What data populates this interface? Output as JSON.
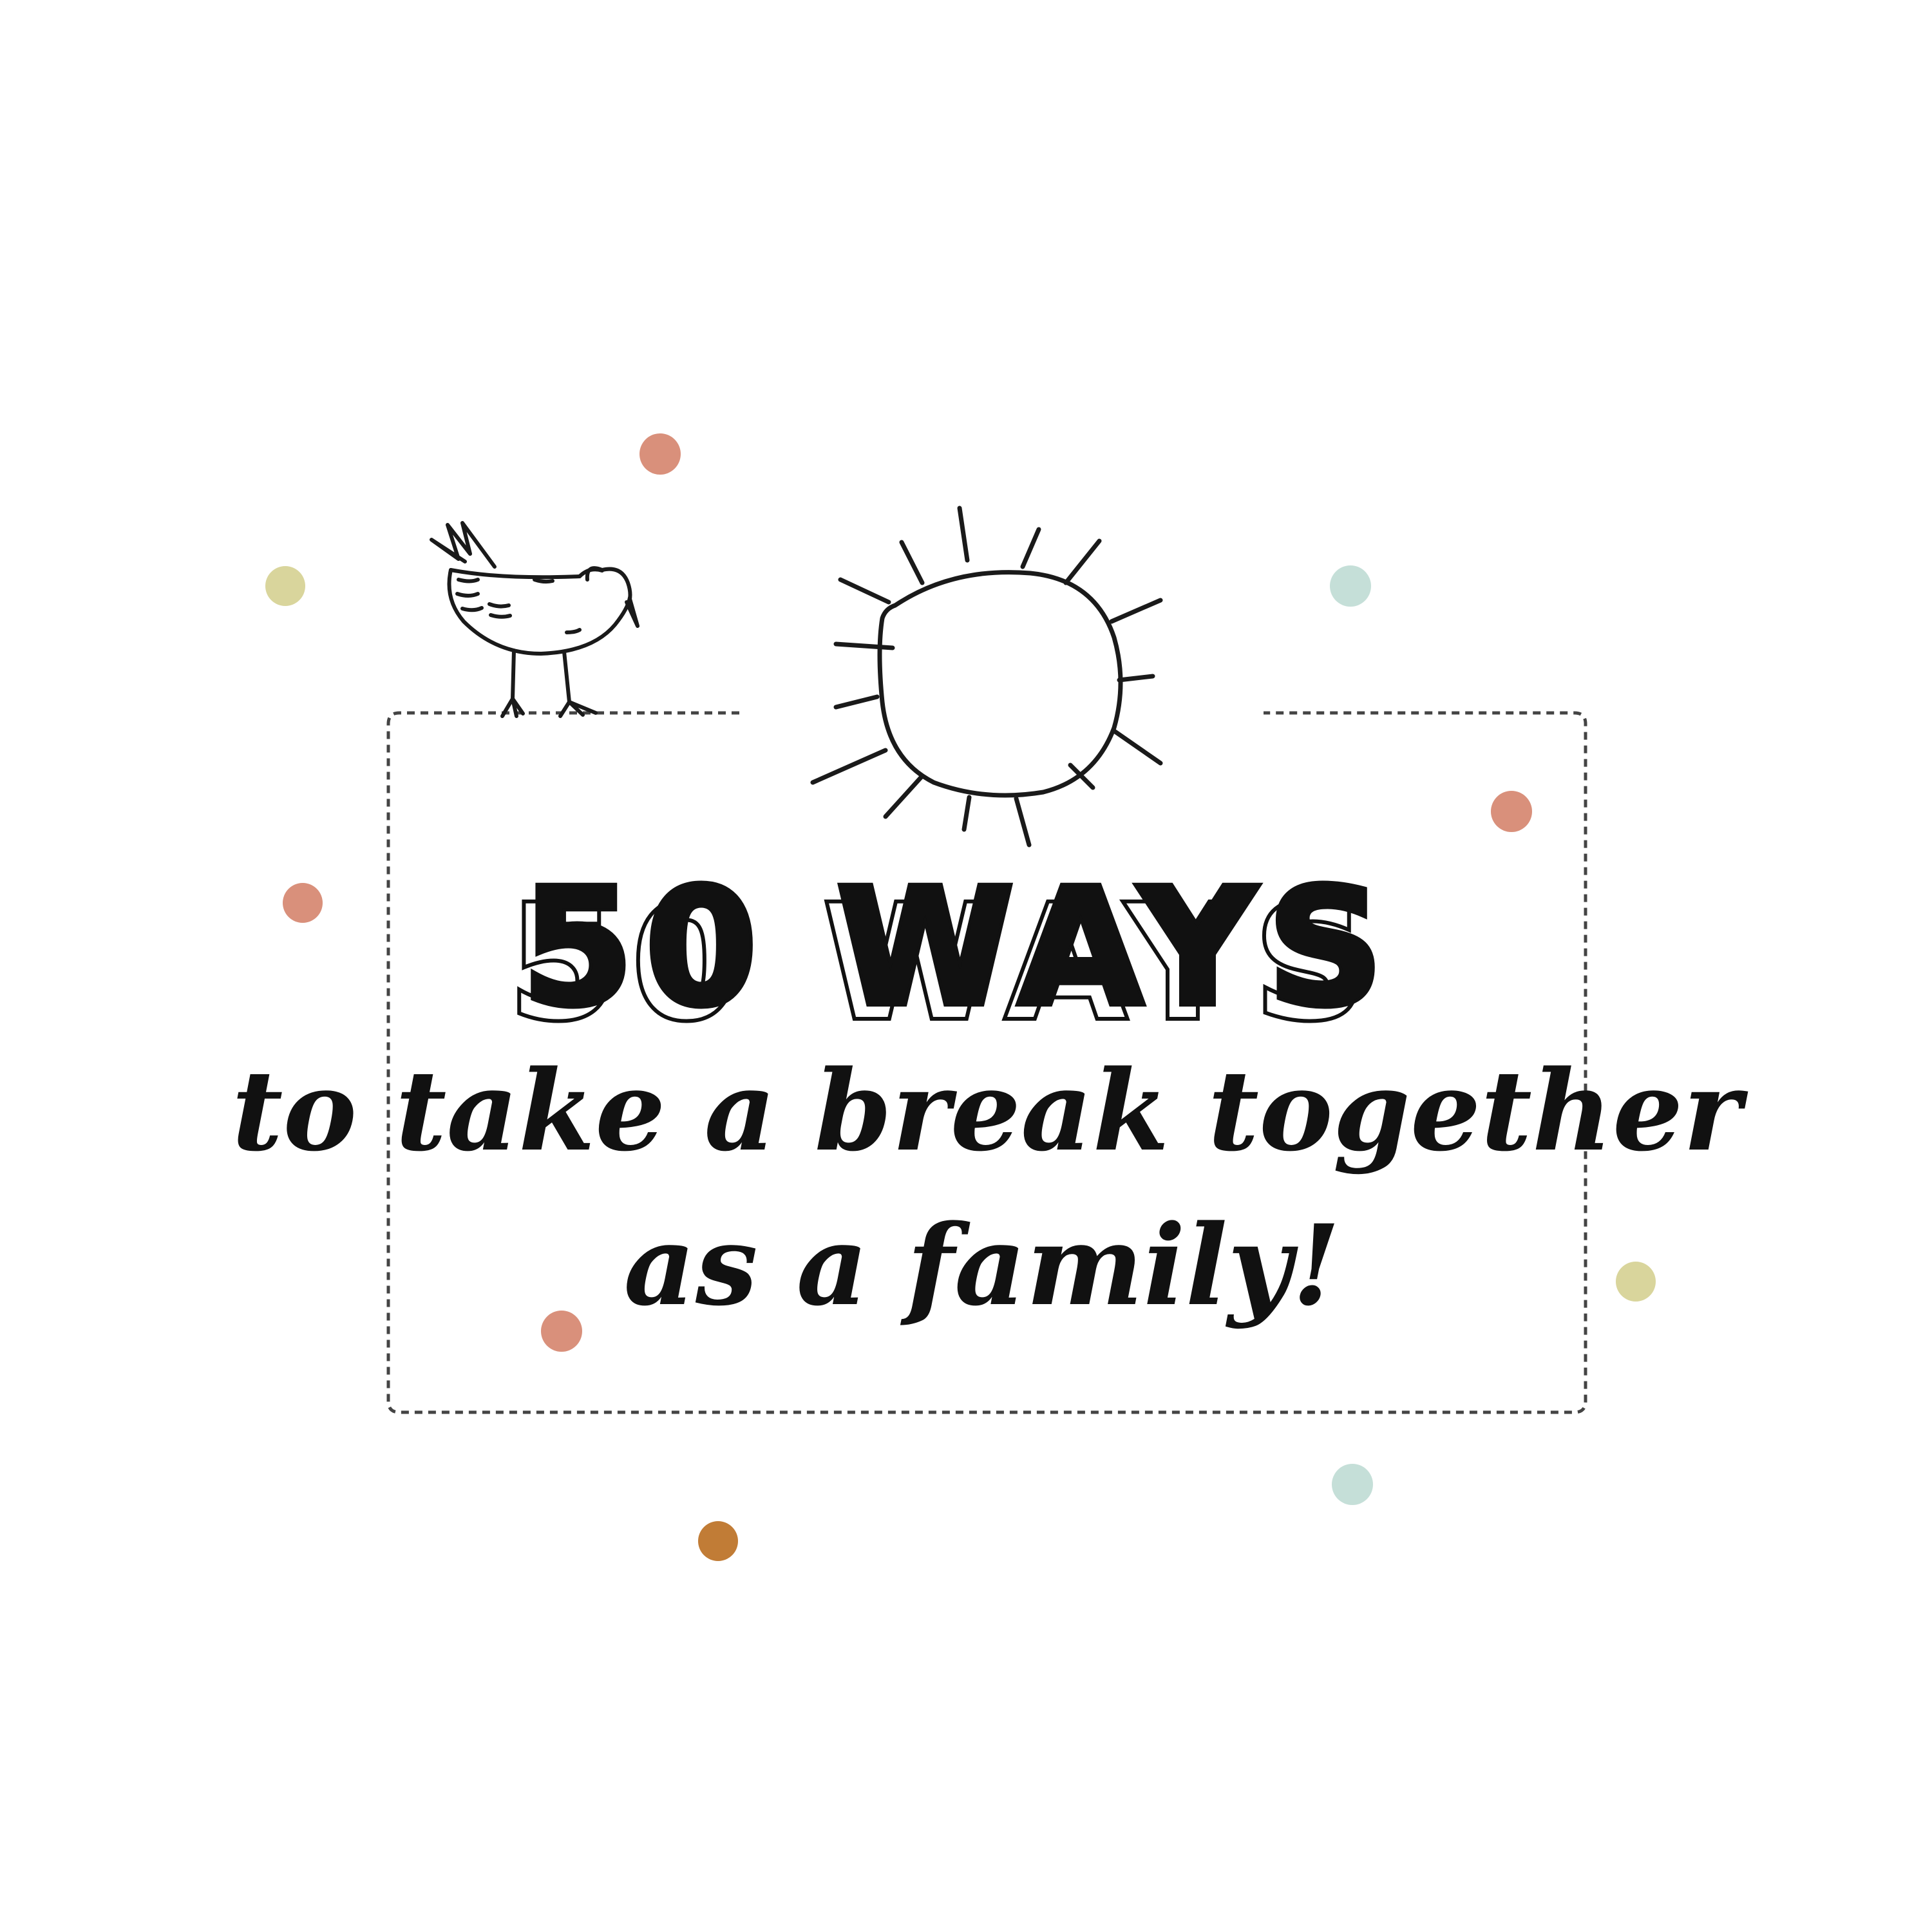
{
  "headline": "50 WAYS",
  "tagline_line1": "to take a break together",
  "tagline_line2": "as a family!",
  "colors": {
    "ink": "#111111",
    "background": "#ffffff",
    "dot_terracotta": "#d9907b",
    "dot_olive": "#d9d59c",
    "dot_mint": "#c5dfd8",
    "dot_ochre": "#c17c36"
  },
  "icons": {
    "bird": "bird-icon",
    "sun": "sun-icon"
  }
}
